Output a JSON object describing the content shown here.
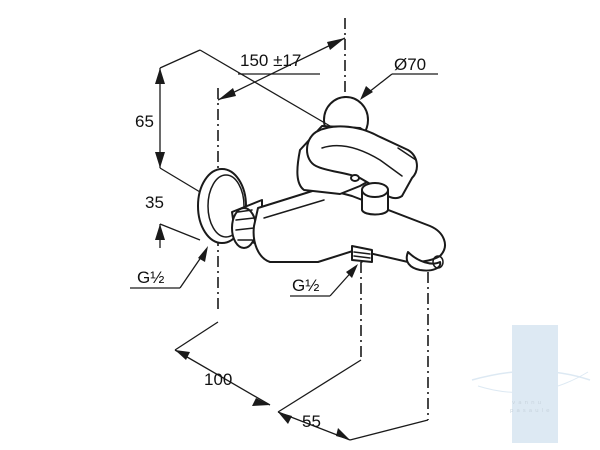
{
  "diagram": {
    "dimensions": {
      "width_150": "150 ±17",
      "diameter_70": "Ø70",
      "height_65": "65",
      "height_35": "35",
      "thread_left": "G½",
      "thread_bottom": "G½",
      "depth_100": "100",
      "depth_55": "55"
    }
  },
  "watermark": {
    "line1": "vannu",
    "line2": "pasaule",
    "color": "#dbe7f1"
  }
}
